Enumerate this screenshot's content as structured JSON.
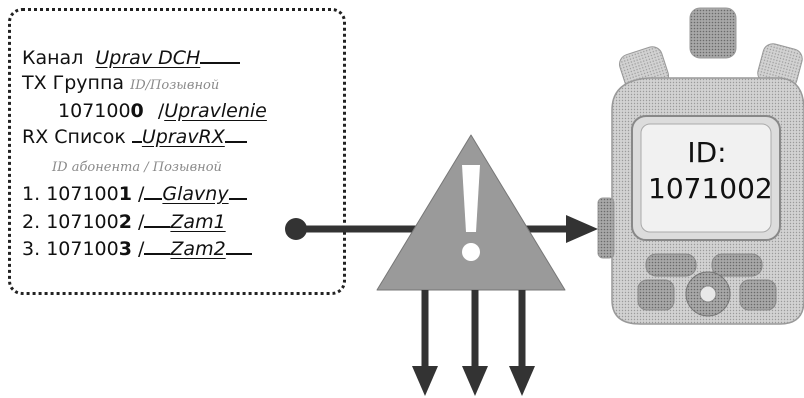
{
  "card": {
    "channel_label": "Канал",
    "channel_value": "Uprav DCH",
    "tx_label": "TX Группа",
    "tx_hint": "ID/Позывной",
    "tx_id_prefix": "107100",
    "tx_id_last": "0",
    "tx_sep": "/",
    "tx_name": "Upravlenie",
    "rx_label": "RX Список",
    "rx_value": "UpravRX",
    "rx_hint": "ID абонента / Позывной",
    "contacts": [
      {
        "num": "1.",
        "prefix": "107100",
        "last": "1",
        "sep": "/",
        "name": "Glavny"
      },
      {
        "num": "2.",
        "prefix": "107100",
        "last": "2",
        "sep": "/",
        "name": "Zam1"
      },
      {
        "num": "3.",
        "prefix": "107100",
        "last": "3",
        "sep": "/",
        "name": "Zam2"
      }
    ]
  },
  "radio": {
    "screen_line1": "ID:",
    "screen_line2": "1071002"
  },
  "colors": {
    "arrow": "#333333",
    "warning": "#9a9a9a",
    "radio_body": "#c8c8c8"
  },
  "icons": [
    "warning-icon",
    "radio-device-icon",
    "arrow-right",
    "arrow-down"
  ]
}
